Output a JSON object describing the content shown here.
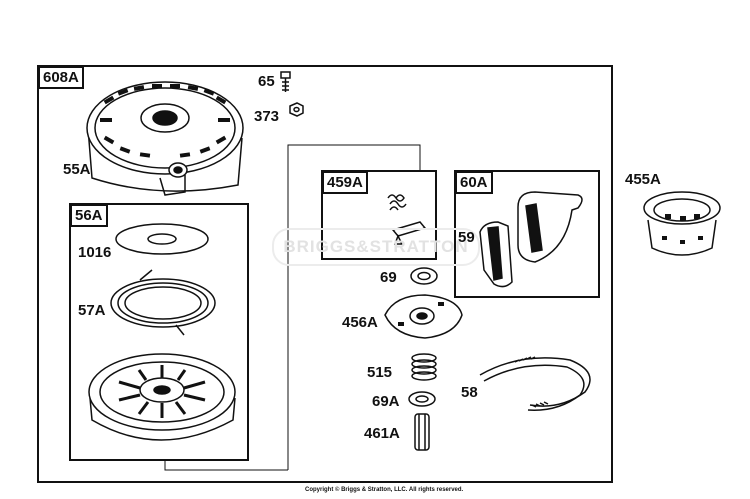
{
  "assemblies": {
    "a608": "608A",
    "a56": "56A",
    "a459": "459A",
    "a60": "60A"
  },
  "parts": {
    "p65": "65",
    "p373": "373",
    "p55A": "55A",
    "p1016": "1016",
    "p57A": "57A",
    "p69": "69",
    "p456A": "456A",
    "p515": "515",
    "p69A": "69A",
    "p461A": "461A",
    "p58": "58",
    "p59": "59",
    "p455A": "455A"
  },
  "watermark": "BRIGGS&STRATTON",
  "copyright": "Copyright © Briggs & Stratton, LLC. All rights reserved."
}
